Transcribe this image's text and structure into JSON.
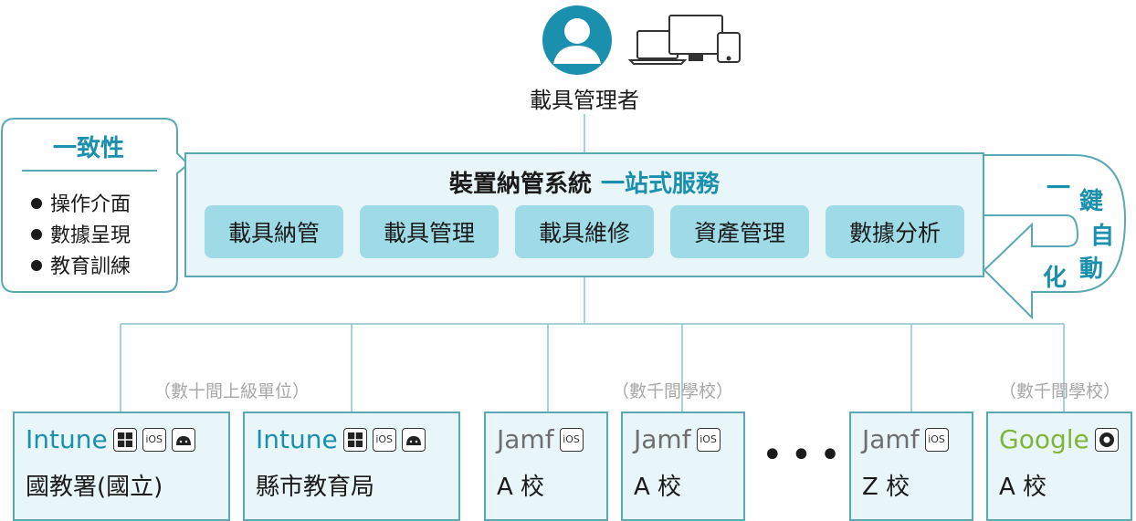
{
  "admin": {
    "label": "載具管理者"
  },
  "consistency": {
    "title": "一致性",
    "items": [
      "操作介面",
      "數據呈現",
      "教育訓練"
    ]
  },
  "system": {
    "title": "裝置納管系統",
    "subtitle": "一站式服務",
    "modules": [
      "載具納管",
      "載具管理",
      "載具維修",
      "資產管理",
      "數據分析"
    ]
  },
  "automation": {
    "chars": [
      "一",
      "鍵",
      "自",
      "動",
      "化"
    ]
  },
  "groups": [
    {
      "label": "（數十間上級單位）"
    },
    {
      "label": "（數千間學校）"
    },
    {
      "label": "（數千間學校）"
    }
  ],
  "cards": [
    {
      "vendor": "Intune",
      "name": "國教署(國立)",
      "badges": [
        "windows",
        "iOS",
        "android"
      ]
    },
    {
      "vendor": "Intune",
      "name": "縣市教育局",
      "badges": [
        "windows",
        "iOS",
        "android"
      ]
    },
    {
      "vendor": "Jamf",
      "name": "A 校",
      "badges": [
        "iOS"
      ]
    },
    {
      "vendor": "Jamf",
      "name": "A 校",
      "badges": [
        "iOS"
      ]
    },
    {
      "vendor": "Jamf",
      "name": "Z 校",
      "badges": [
        "iOS"
      ]
    },
    {
      "vendor": "Google",
      "name": "A 校",
      "badges": [
        "chrome"
      ]
    }
  ],
  "ellipsis": "••••",
  "colors": {
    "accent": "#1b8fae",
    "panel_bg": "#e9f6f9",
    "module_bg": "#9fdbe6",
    "border": "#5aa8b6",
    "google_green": "#7fb53a",
    "muted": "#a7a7a7"
  }
}
